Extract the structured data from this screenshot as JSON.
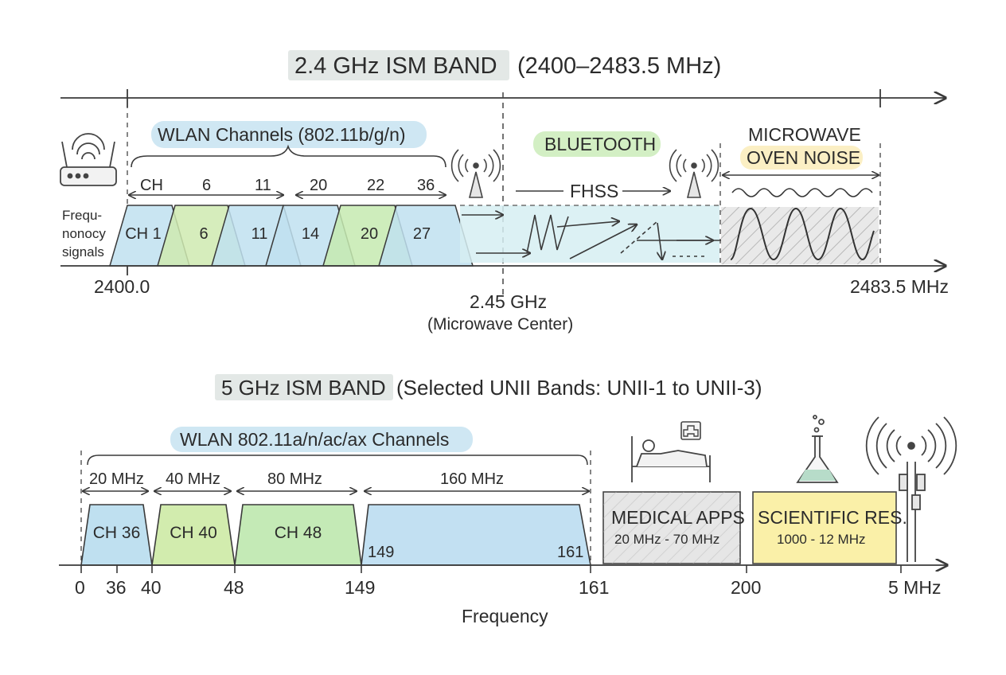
{
  "band24": {
    "title_highlight": "2.4 GHz ISM BAND",
    "title_rest": "(2400–2483.5 MHz)",
    "wlan_label": "WLAN Channels (802.11b/g/n)",
    "bracket_labels": [
      "CH",
      "6",
      "11",
      "20",
      "22",
      "36"
    ],
    "side_label": [
      "Frequ-",
      "nonocy",
      "signals"
    ],
    "channels": [
      {
        "label": "CH 1",
        "color": "#bfe0f0"
      },
      {
        "label": "6",
        "color": "#cfeab0"
      },
      {
        "label": "11",
        "color": "#bfe0f0"
      },
      {
        "label": "14",
        "color": "#bfe0f0"
      },
      {
        "label": "20",
        "color": "#c6eab0"
      },
      {
        "label": "27",
        "color": "#bfe0f0"
      }
    ],
    "bluetooth_label": "BLUETOOTH",
    "fhss_label": "FHSS",
    "microwave_label_1": "MICROWAVE",
    "microwave_label_2": "OVEN NOISE",
    "axis_start": "2400.0",
    "axis_end": "2483.5 MHz",
    "center_label": "2.45 GHz",
    "center_sublabel": "(Microwave Center)"
  },
  "band5": {
    "title_highlight": "5 GHz ISM BAND",
    "title_rest": "(Selected UNII Bands: UNII-1 to UNII-3)",
    "wlan_label": "WLAN 802.11a/n/ac/ax Channels",
    "widths": [
      "20 MHz",
      "40 MHz",
      "80 MHz",
      "160 MHz"
    ],
    "channels": [
      {
        "label": "CH 36",
        "color": "#bfe0f0"
      },
      {
        "label": "CH 40",
        "color": "#d2ecae"
      },
      {
        "label": "CH 48",
        "color": "#c4eab6"
      }
    ],
    "ch160_left": "149",
    "ch160_right": "161",
    "medical_title": "MEDICAL APPS",
    "medical_range": "20 MHz - 70 MHz",
    "scientific_title": "SCIENTIFIC RES.",
    "scientific_range": "1000 - 12 MHz",
    "ticks": [
      "0",
      "36",
      "40",
      "48",
      "149",
      "161",
      "200",
      "5 MHz"
    ],
    "axis_label": "Frequency"
  },
  "colors": {
    "highlight_gray": "#e3e8e6",
    "blue_pill": "#cfe7f3",
    "green_pill": "#d3efc4",
    "yellow_pill": "#fbefc4",
    "medical_fill": "#e6e6e6",
    "scientific_fill": "#faf0a8",
    "line": "#3a3a3a"
  },
  "icons": [
    "router-icon",
    "antenna-icon",
    "hospital-bed-icon",
    "medical-cross-icon",
    "flask-icon",
    "cell-tower-icon"
  ]
}
